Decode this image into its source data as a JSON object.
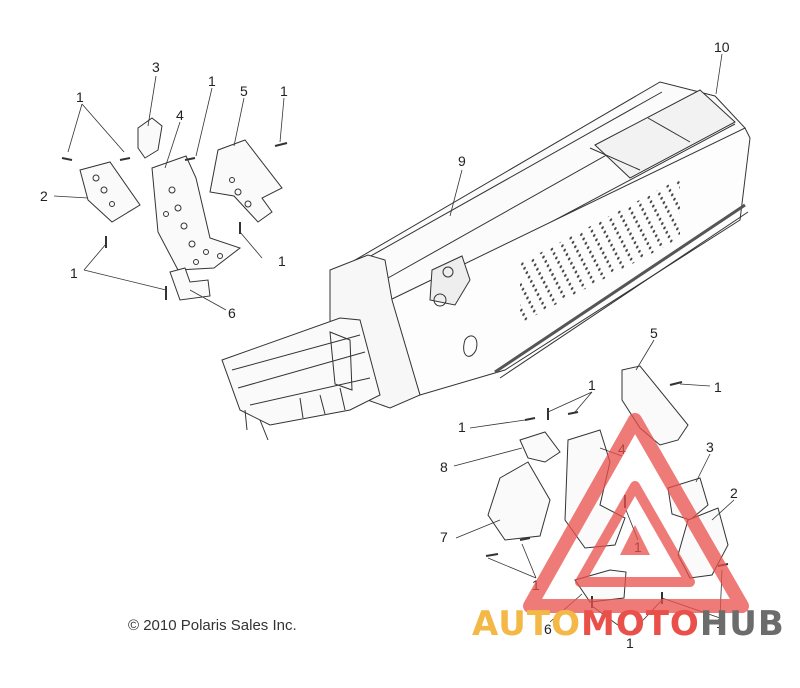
{
  "callouts": {
    "c1a": "1",
    "c3a": "3",
    "c1b": "1",
    "c4a": "4",
    "c5a": "5",
    "c1c": "1",
    "c2a": "2",
    "c1d": "1",
    "c1e": "1",
    "c6a": "6",
    "c9": "9",
    "c10": "10",
    "c5b": "5",
    "c1f": "1",
    "c1g": "1",
    "c1h": "1",
    "c8": "8",
    "c4b": "4",
    "c3b": "3",
    "c2b": "2",
    "c1i": "1",
    "c7": "7",
    "c1j": "1",
    "c6b": "6",
    "c1k": "1",
    "c1l": "1"
  },
  "copyright": "© 2010 Polaris Sales Inc.",
  "watermark": {
    "part1": "AUTO",
    "part2": "MOTO",
    "part3": "HUB"
  },
  "colors": {
    "line": "#333333",
    "watermark_red": "#e9504a",
    "watermark_yellow": "#f3b845",
    "watermark_gray": "#6c6c6c"
  }
}
